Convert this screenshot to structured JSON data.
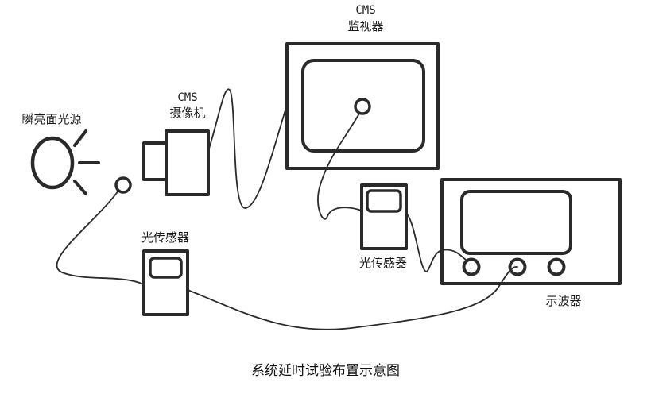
{
  "labels": {
    "monitor_model": "CMS",
    "monitor_name": "监视器",
    "camera_model": "CMS",
    "camera_name": "摄像机",
    "light_source": "瞬亮面光源",
    "sensor_left": "光传感器",
    "sensor_right": "光传感器",
    "oscilloscope": "示波器"
  },
  "caption": "系统延时试验布置示意图",
  "colors": {
    "stroke": "#2a2a2a",
    "background": "#ffffff"
  }
}
